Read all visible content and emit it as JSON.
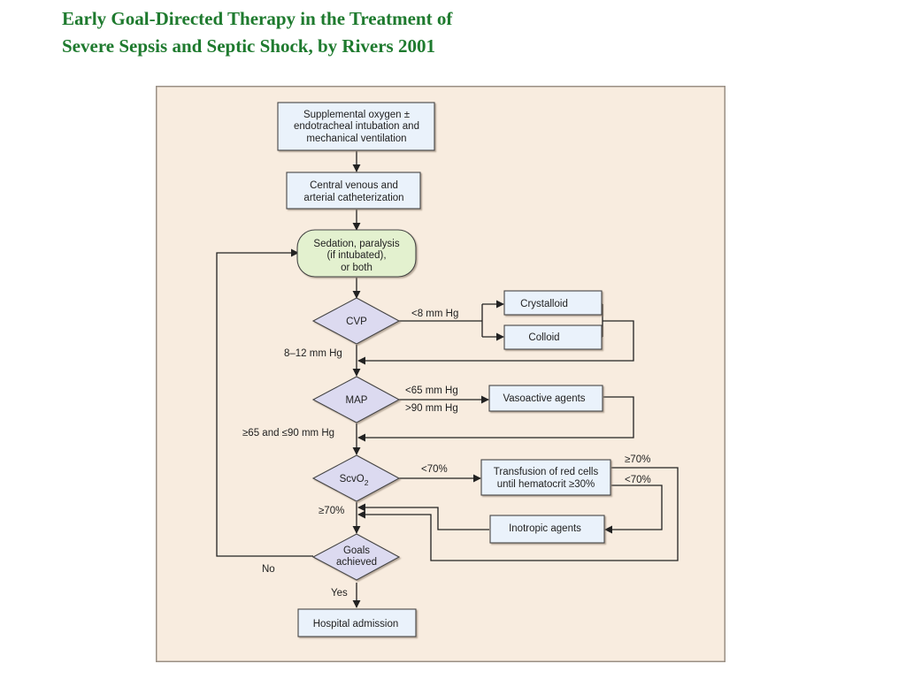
{
  "title": {
    "line1": "Early Goal-Directed Therapy in the Treatment of",
    "line2": "Severe Sepsis and Septic Shock, by Rivers 2001"
  },
  "colors": {
    "title": "#1e7a2e",
    "panel_background": "#f8ecdf",
    "box_fill": "#eaf2fb",
    "sedation_fill": "#e3f1cf",
    "decision_fill": "#dcdaf0"
  },
  "flowchart": {
    "nodes": {
      "oxygen": [
        "Supplemental oxygen ±",
        "endotracheal intubation and",
        "mechanical ventilation"
      ],
      "catheter": [
        "Central venous and",
        "arterial catheterization"
      ],
      "sedation": [
        "Sedation, paralysis",
        "(if intubated),",
        "or both"
      ],
      "cvp": "CVP",
      "map": "MAP",
      "scvo2_base": "ScvO",
      "scvo2_sub": "2",
      "goals": [
        "Goals",
        "achieved"
      ],
      "crystalloid": "Crystalloid",
      "colloid": "Colloid",
      "vasoactive": "Vasoactive agents",
      "transfusion": [
        "Transfusion of red cells",
        "until hematocrit ≥30%"
      ],
      "inotropic": "Inotropic agents",
      "hospital": "Hospital admission"
    },
    "labels": {
      "cvp_low": "<8 mm Hg",
      "cvp_ok": "8–12 mm Hg",
      "map_low": "<65 mm Hg",
      "map_high": ">90 mm Hg",
      "map_ok": "≥65 and ≤90 mm Hg",
      "scvo2_low": "<70%",
      "scvo2_ok": "≥70%",
      "transfusion_ok": "≥70%",
      "transfusion_low": "<70%",
      "no": "No",
      "yes": "Yes"
    }
  }
}
